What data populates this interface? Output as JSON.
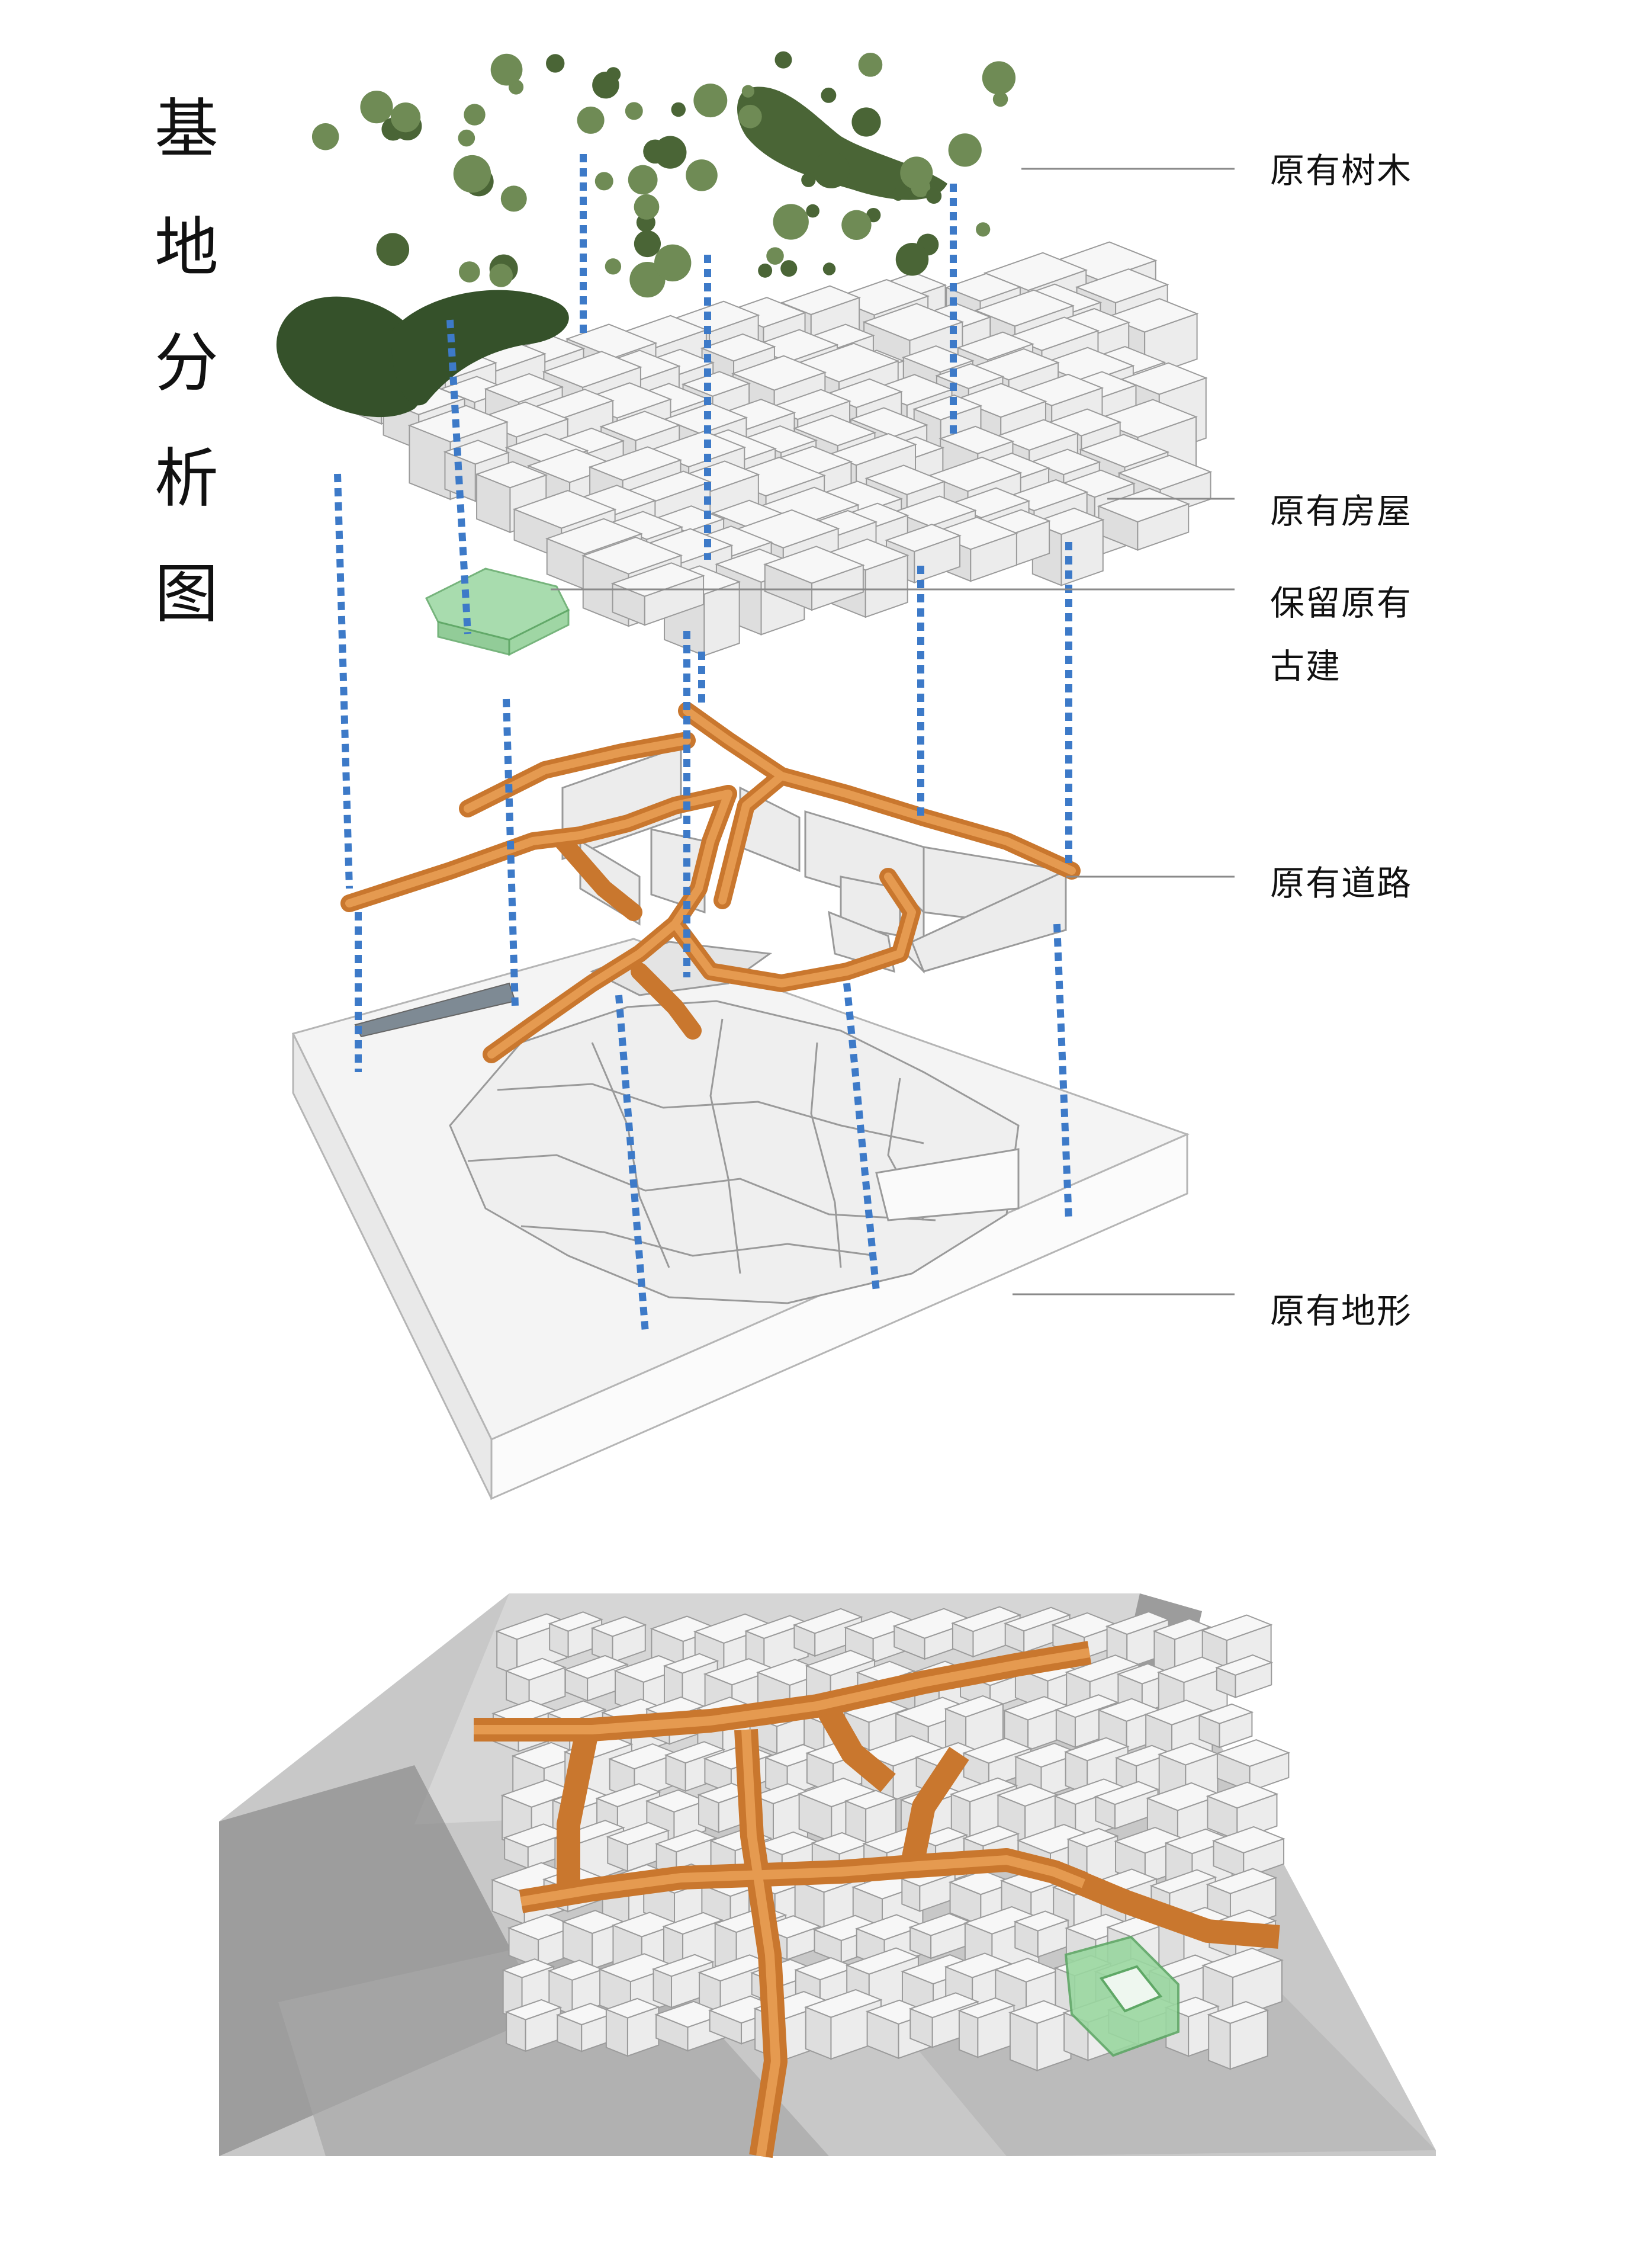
{
  "title": {
    "chars": [
      "基",
      "地",
      "分",
      "析",
      "图"
    ]
  },
  "layers": {
    "trees": "原有树木",
    "houses": "原有房屋",
    "heritage_line1": "保留原有",
    "heritage_line2": "古建",
    "roads": "原有道路",
    "terrain": "原有地形"
  },
  "colors": {
    "road": "#d9893a",
    "connector": "#3d7ac8",
    "heritage": "#93d69a",
    "tree": "#3f5c2e",
    "building": "#f0f0f0",
    "ground": "#dcdcdc"
  }
}
